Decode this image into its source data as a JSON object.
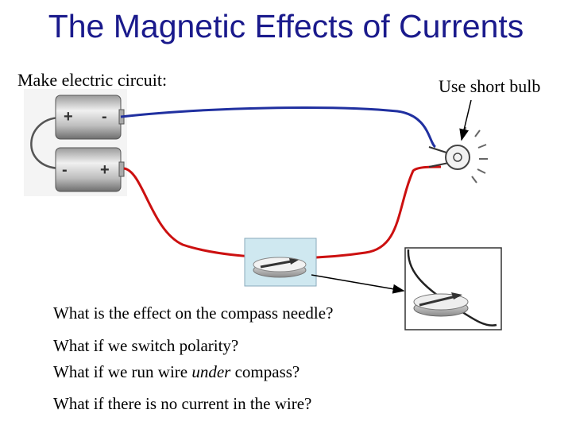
{
  "slide": {
    "title": "The Magnetic Effects of Currents",
    "make_circuit_label": "Make electric circuit:",
    "bulb_label": "Use short bulb",
    "battery_top": {
      "left_sign": "+",
      "right_sign": "-"
    },
    "battery_bottom": {
      "left_sign": "-",
      "right_sign": "+"
    },
    "questions": {
      "q1": "What is the effect on the compass needle?",
      "q2": "What if we switch polarity?",
      "q3_prefix": "What if we run wire ",
      "q3_emphasis": "under",
      "q3_suffix": " compass?",
      "q4": "What if there is no current in the wire?"
    }
  },
  "colors": {
    "title": "#1a1a8c",
    "positive_wire": "#cc1010",
    "negative_wire": "#2030a0",
    "compass_highlight": "#cfe8f0"
  },
  "icons": [
    "battery-icon",
    "bulb-icon",
    "compass-icon"
  ]
}
